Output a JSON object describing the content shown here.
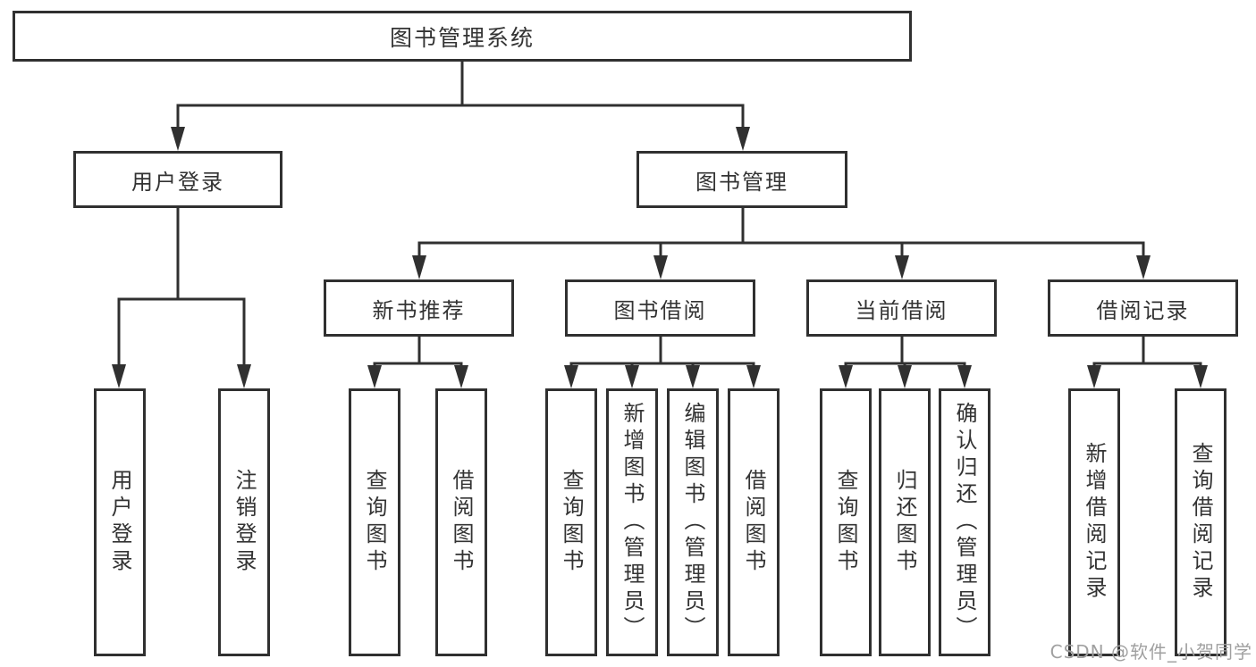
{
  "diagram": {
    "tree": {
      "label": "图书管理系统",
      "children": [
        {
          "label": "用户登录",
          "children": [
            {
              "label": "用户登录"
            },
            {
              "label": "注销登录"
            }
          ]
        },
        {
          "label": "图书管理",
          "children": [
            {
              "label": "新书推荐",
              "children": [
                {
                  "label": "查询图书"
                },
                {
                  "label": "借阅图书"
                }
              ]
            },
            {
              "label": "图书借阅",
              "children": [
                {
                  "label": "查询图书"
                },
                {
                  "label": "新增图书（管理员）"
                },
                {
                  "label": "编辑图书（管理员）"
                },
                {
                  "label": "借阅图书"
                }
              ]
            },
            {
              "label": "当前借阅",
              "children": [
                {
                  "label": "查询图书"
                },
                {
                  "label": "归还图书"
                },
                {
                  "label": "确认归还（管理员）"
                }
              ]
            },
            {
              "label": "借阅记录",
              "children": [
                {
                  "label": "新增借阅记录"
                },
                {
                  "label": "查询借阅记录"
                }
              ]
            }
          ]
        }
      ]
    },
    "colors": {
      "line": "#303030",
      "text": "#333333",
      "watermark": "#a0a0a0",
      "background": "#ffffff"
    },
    "watermark": {
      "text": "CSDN @软件_小贺同学"
    }
  }
}
